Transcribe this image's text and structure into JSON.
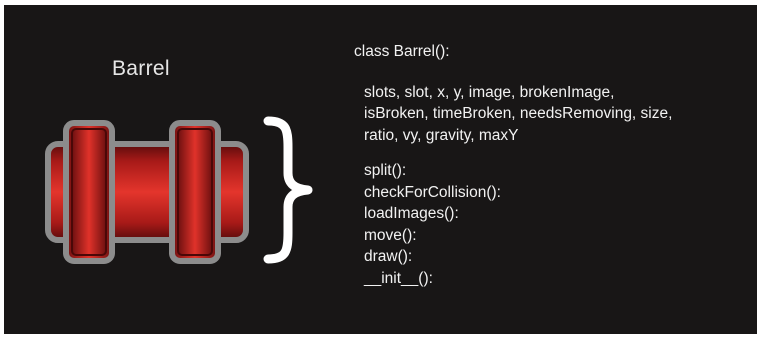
{
  "diagram": {
    "title": "Barrel",
    "class_declaration": "class Barrel():",
    "attributes": [
      "slots, slot, x, y, image, brokenImage,",
      "isBroken, timeBroken, needsRemoving, size,",
      "ratio, vy, gravity, maxY"
    ],
    "methods": [
      "split():",
      "checkForCollision():",
      "loadImages():",
      "move():",
      "draw():",
      "__init__():"
    ],
    "brace_glyph": "}",
    "colors": {
      "background": "#181616",
      "text": "#f2f2f2",
      "barrel_red": "#d42a24",
      "barrel_dark": "#5a0c0c",
      "barrel_outline": "#8c8c8c",
      "brace": "#ffffff"
    }
  }
}
